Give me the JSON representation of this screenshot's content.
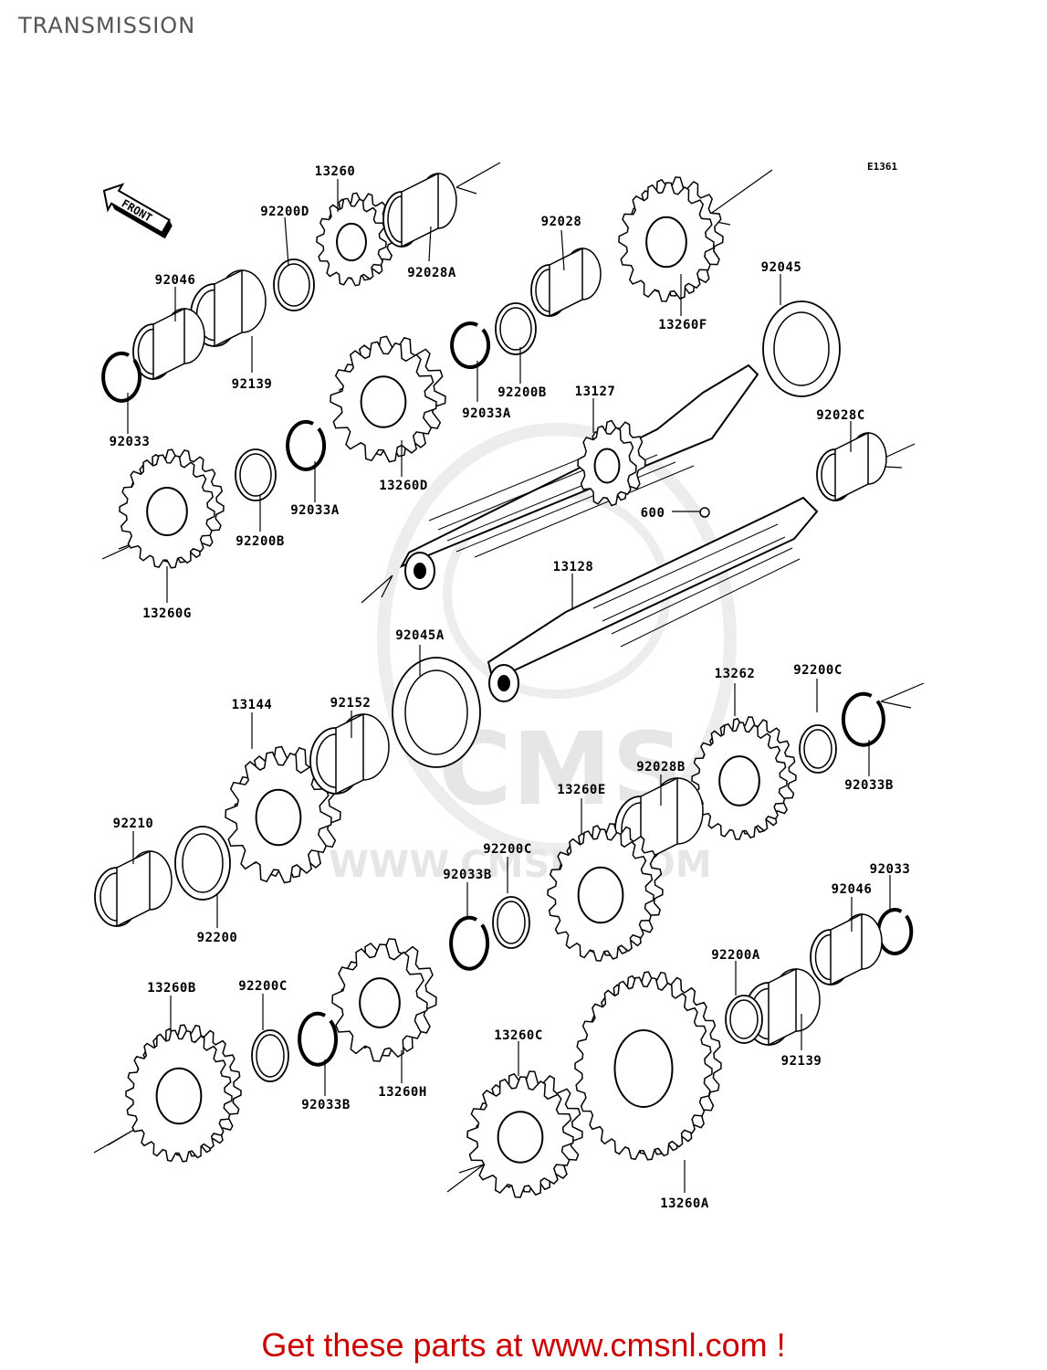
{
  "header": {
    "title": "TRANSMISSION"
  },
  "diagram": {
    "code": "E1361",
    "front_marker": "FRONT",
    "watermark": {
      "brand": "CMS",
      "url": "WWW.CMSNL.COM"
    },
    "parts": [
      {
        "id": "13260",
        "label": "13260"
      },
      {
        "id": "92200D",
        "label": "92200D"
      },
      {
        "id": "92028A",
        "label": "92028A"
      },
      {
        "id": "92028",
        "label": "92028"
      },
      {
        "id": "92046",
        "label": "92046"
      },
      {
        "id": "92139",
        "label": "92139"
      },
      {
        "id": "92033",
        "label": "92033"
      },
      {
        "id": "13260F",
        "label": "13260F"
      },
      {
        "id": "92045",
        "label": "92045"
      },
      {
        "id": "92200B",
        "label": "92200B"
      },
      {
        "id": "92033A",
        "label": "92033A"
      },
      {
        "id": "13127",
        "label": "13127"
      },
      {
        "id": "13260D",
        "label": "13260D"
      },
      {
        "id": "92033A-2",
        "label": "92033A"
      },
      {
        "id": "92200B-2",
        "label": "92200B"
      },
      {
        "id": "13260G",
        "label": "13260G"
      },
      {
        "id": "92028C",
        "label": "92028C"
      },
      {
        "id": "600",
        "label": "600"
      },
      {
        "id": "13128",
        "label": "13128"
      },
      {
        "id": "92045A",
        "label": "92045A"
      },
      {
        "id": "13144",
        "label": "13144"
      },
      {
        "id": "92152",
        "label": "92152"
      },
      {
        "id": "13262",
        "label": "13262"
      },
      {
        "id": "92200C",
        "label": "92200C"
      },
      {
        "id": "92033B",
        "label": "92033B"
      },
      {
        "id": "92028B",
        "label": "92028B"
      },
      {
        "id": "13260E",
        "label": "13260E"
      },
      {
        "id": "92210",
        "label": "92210"
      },
      {
        "id": "92200C-2",
        "label": "92200C"
      },
      {
        "id": "92033B-2",
        "label": "92033B"
      },
      {
        "id": "92200",
        "label": "92200"
      },
      {
        "id": "92033-2",
        "label": "92033"
      },
      {
        "id": "92046-2",
        "label": "92046"
      },
      {
        "id": "92200A",
        "label": "92200A"
      },
      {
        "id": "13260B",
        "label": "13260B"
      },
      {
        "id": "92200C-3",
        "label": "92200C"
      },
      {
        "id": "92033B-3",
        "label": "92033B"
      },
      {
        "id": "13260H",
        "label": "13260H"
      },
      {
        "id": "13260C",
        "label": "13260C"
      },
      {
        "id": "92139-2",
        "label": "92139"
      },
      {
        "id": "13260A",
        "label": "13260A"
      }
    ]
  },
  "footer": {
    "link_text": "Get these parts at www.cmsnl.com !"
  }
}
